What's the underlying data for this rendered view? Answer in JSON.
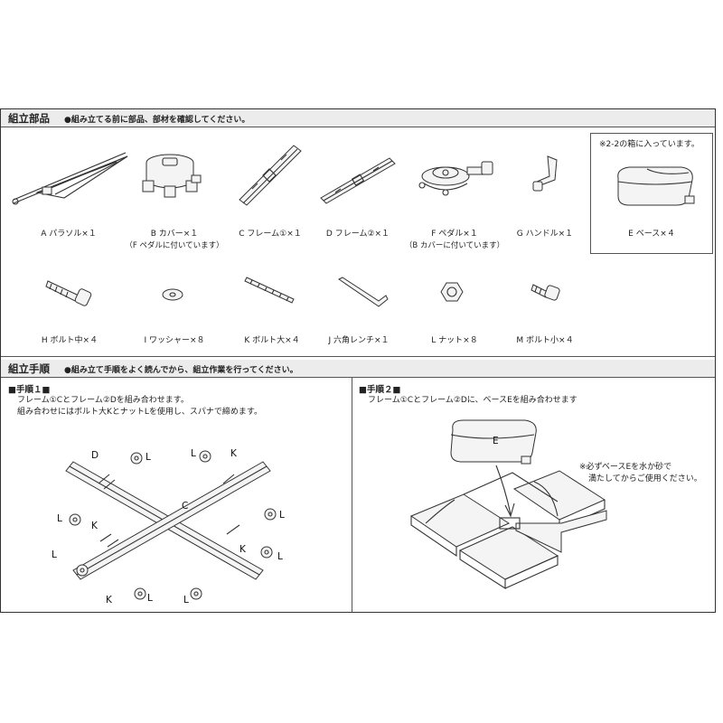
{
  "parts_section": {
    "title": "組立部品",
    "note": "●組み立てる前に部品、部材を確認してください。",
    "box_note": "※2-2の箱に入っています。",
    "parts": [
      {
        "label": "A パラソル×１",
        "icon": "parasol-icon"
      },
      {
        "label": "B カバー×１",
        "sub": "（F ペダルに付いています）",
        "icon": "cover-icon"
      },
      {
        "label": "C フレーム①×１",
        "icon": "frame-1-icon"
      },
      {
        "label": "D フレーム②×１",
        "icon": "frame-2-icon"
      },
      {
        "label": "F ペダル×１",
        "sub": "（B カバーに付いています）",
        "icon": "pedal-icon"
      },
      {
        "label": "G ハンドル×１",
        "icon": "handle-icon"
      },
      {
        "label": "E ベース×４",
        "icon": "base-icon"
      },
      {
        "label": "H ボルト中×４",
        "icon": "bolt-medium-icon"
      },
      {
        "label": "I ワッシャー×８",
        "icon": "washer-icon"
      },
      {
        "label": "K ボルト大×４",
        "icon": "bolt-large-icon"
      },
      {
        "label": "J 六角レンチ×１",
        "icon": "hex-wrench-icon"
      },
      {
        "label": "L ナット×８",
        "icon": "nut-icon"
      },
      {
        "label": "M ボルト小×４",
        "icon": "bolt-small-icon"
      }
    ]
  },
  "assembly_section": {
    "title": "組立手順",
    "note": "●組み立て手順をよく読んでから、組立作業を行ってください。",
    "step1": {
      "title": "■手順１■",
      "line1": "フレーム①Cとフレーム②Dを組み合わせます。",
      "line2": "組み合わせにはボルト大KとナットLを使用し、スパナで締めます。",
      "labels": {
        "D": "D",
        "C": "C",
        "K": "K",
        "L": "L"
      }
    },
    "step2": {
      "title": "■手順２■",
      "line1": "フレーム①Cとフレーム②Dに、ベースEを組み合わせます",
      "note1": "※必ずベースEを水か砂で",
      "note2": "満たしてからご使用ください。",
      "base_label": "E"
    }
  }
}
